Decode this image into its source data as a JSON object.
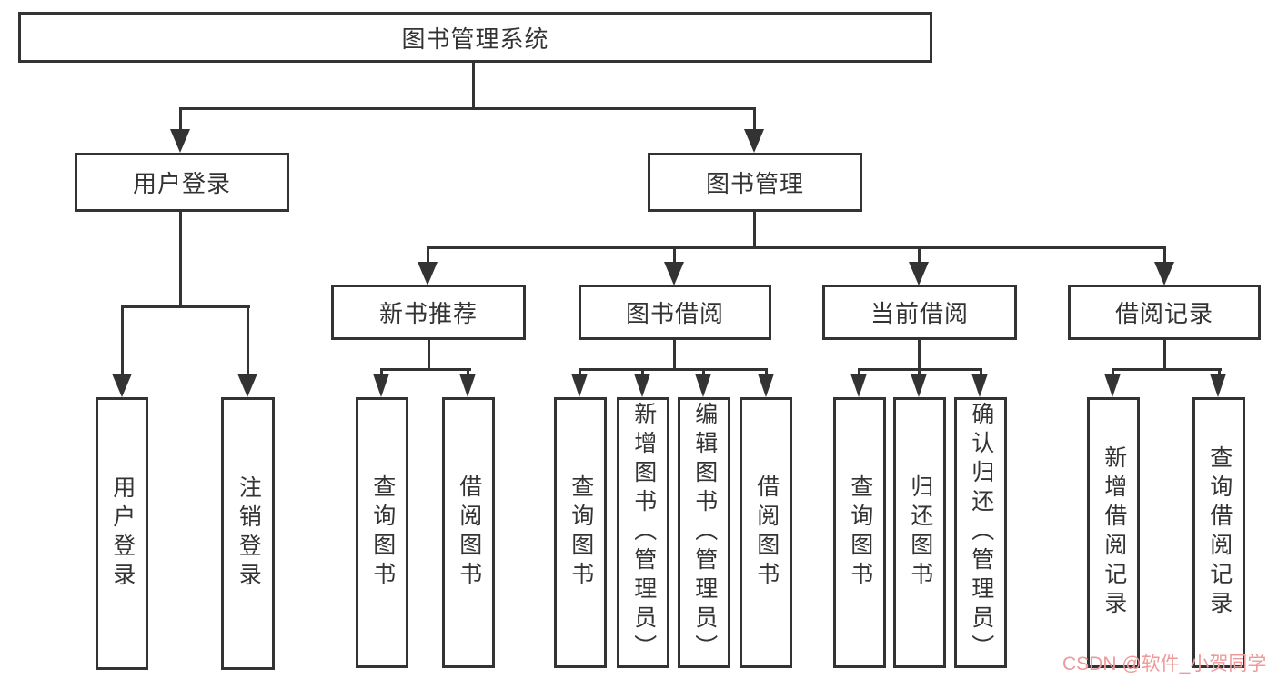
{
  "diagram": {
    "title": "图书管理系统",
    "level1": [
      {
        "label": "用户登录"
      },
      {
        "label": "图书管理"
      }
    ],
    "level2": [
      {
        "label": "新书推荐"
      },
      {
        "label": "图书借阅"
      },
      {
        "label": "当前借阅"
      },
      {
        "label": "借阅记录"
      }
    ],
    "leaves": [
      {
        "label": "用户登录"
      },
      {
        "label": "注销登录"
      },
      {
        "label": "查询图书"
      },
      {
        "label": "借阅图书"
      },
      {
        "label": "查询图书"
      },
      {
        "label": "新增图书（管理员）"
      },
      {
        "label": "编辑图书（管理员）"
      },
      {
        "label": "借阅图书"
      },
      {
        "label": "查询图书"
      },
      {
        "label": "归还图书"
      },
      {
        "label": "确认归还（管理员）"
      },
      {
        "label": "新增借阅记录"
      },
      {
        "label": "查询借阅记录"
      }
    ]
  },
  "watermark": {
    "text": "CSDN @软件_小贺同学",
    "color": "#ee9a9a"
  },
  "colors": {
    "line": "#333333",
    "box_border": "#333333",
    "text": "#333333",
    "background": "#ffffff"
  }
}
